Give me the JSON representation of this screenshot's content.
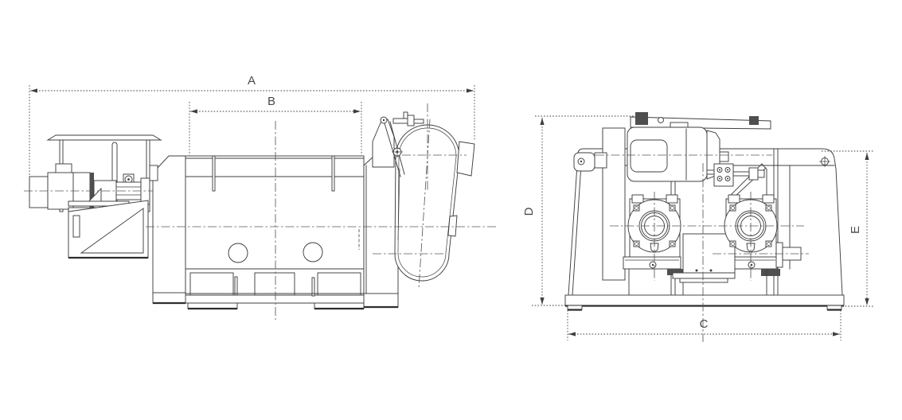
{
  "colors": {
    "ink": "#3f3f3f",
    "ink-heavy": "#2e2e2e",
    "centerline": "#5a5a5a",
    "label": "#4a4a4a",
    "paper": "#ffffff",
    "shading": "#4f4f4f"
  },
  "dims": {
    "a": "A",
    "b": "B",
    "c": "C",
    "d": "D",
    "e": "E"
  }
}
